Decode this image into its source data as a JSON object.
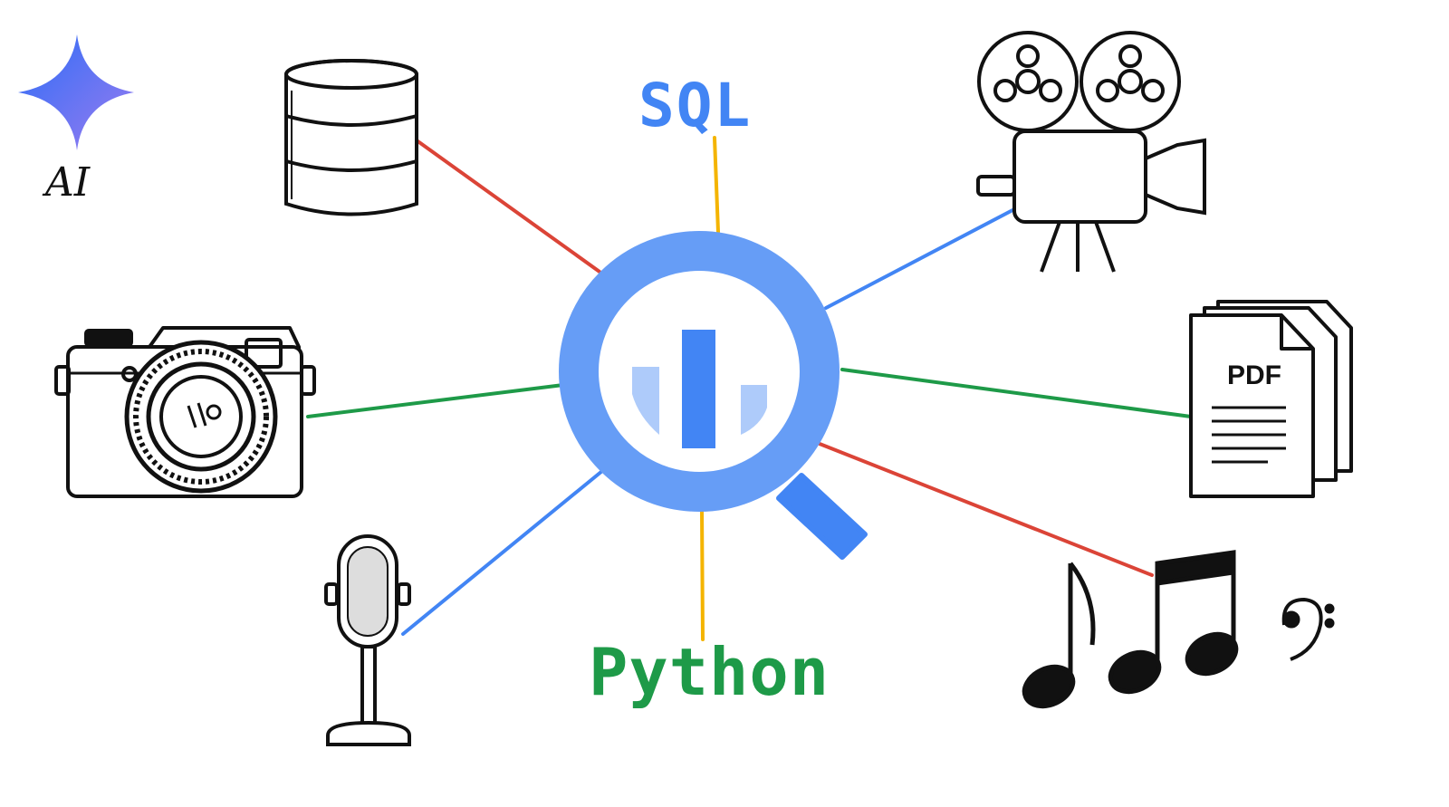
{
  "labels": {
    "sql": "SQL",
    "python": "Python",
    "ai": "AI",
    "pdf": "PDF"
  },
  "colors": {
    "red": "#db4437",
    "blue": "#4285f4",
    "green": "#1e9a48",
    "yellow": "#f4b400",
    "hub_ring": "#669df6",
    "hub_bar_dark": "#4285f4",
    "hub_bar_light": "#aecbfa",
    "sql_text": "#4285f4",
    "python_text": "#1e9a48",
    "ink": "#111111"
  },
  "nodes": [
    {
      "name": "database-icon",
      "connector_color": "red"
    },
    {
      "name": "camera-icon",
      "connector_color": "green"
    },
    {
      "name": "microphone-icon",
      "connector_color": "blue"
    },
    {
      "name": "film-projector-icon",
      "connector_color": "blue"
    },
    {
      "name": "pdf-documents-icon",
      "connector_color": "green"
    },
    {
      "name": "music-notes-icon",
      "connector_color": "red"
    },
    {
      "name": "sql-label",
      "connector_color": "yellow"
    },
    {
      "name": "python-label",
      "connector_color": "yellow"
    }
  ],
  "hub": {
    "name": "bigquery-magnifier-icon"
  }
}
